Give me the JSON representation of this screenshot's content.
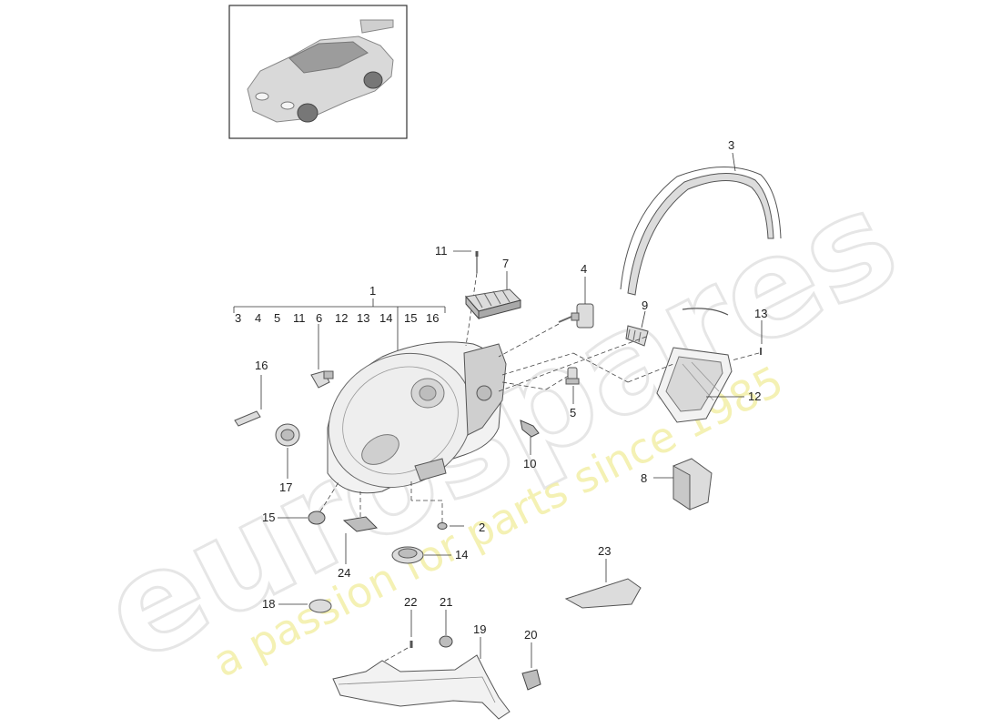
{
  "watermark": {
    "brand": "eurospares",
    "tagline": "a passion for parts since 1985"
  },
  "callouts": [
    {
      "id": "1",
      "text": "1"
    },
    {
      "id": "2",
      "text": "2"
    },
    {
      "id": "3",
      "text": "3"
    },
    {
      "id": "4",
      "text": "4"
    },
    {
      "id": "5",
      "text": "5"
    },
    {
      "id": "6",
      "text": "6"
    },
    {
      "id": "7",
      "text": "7"
    },
    {
      "id": "8",
      "text": "8"
    },
    {
      "id": "9",
      "text": "9"
    },
    {
      "id": "10",
      "text": "10"
    },
    {
      "id": "11",
      "text": "11"
    },
    {
      "id": "12",
      "text": "12"
    },
    {
      "id": "13",
      "text": "13"
    },
    {
      "id": "14",
      "text": "14"
    },
    {
      "id": "15",
      "text": "15"
    },
    {
      "id": "16",
      "text": "16"
    },
    {
      "id": "17",
      "text": "17"
    },
    {
      "id": "18",
      "text": "18"
    },
    {
      "id": "19",
      "text": "19"
    },
    {
      "id": "20",
      "text": "20"
    },
    {
      "id": "21",
      "text": "21"
    },
    {
      "id": "22",
      "text": "22"
    },
    {
      "id": "23",
      "text": "23"
    },
    {
      "id": "24",
      "text": "24"
    }
  ],
  "assembly_group": {
    "label": "1",
    "sub_items": [
      "3",
      "4",
      "5",
      "11",
      "6",
      "12",
      "13",
      "14",
      "15",
      "16"
    ]
  },
  "colors": {
    "watermark_brand": "#e8e8e8",
    "watermark_tagline": "#f2eea0",
    "line": "#333333"
  }
}
